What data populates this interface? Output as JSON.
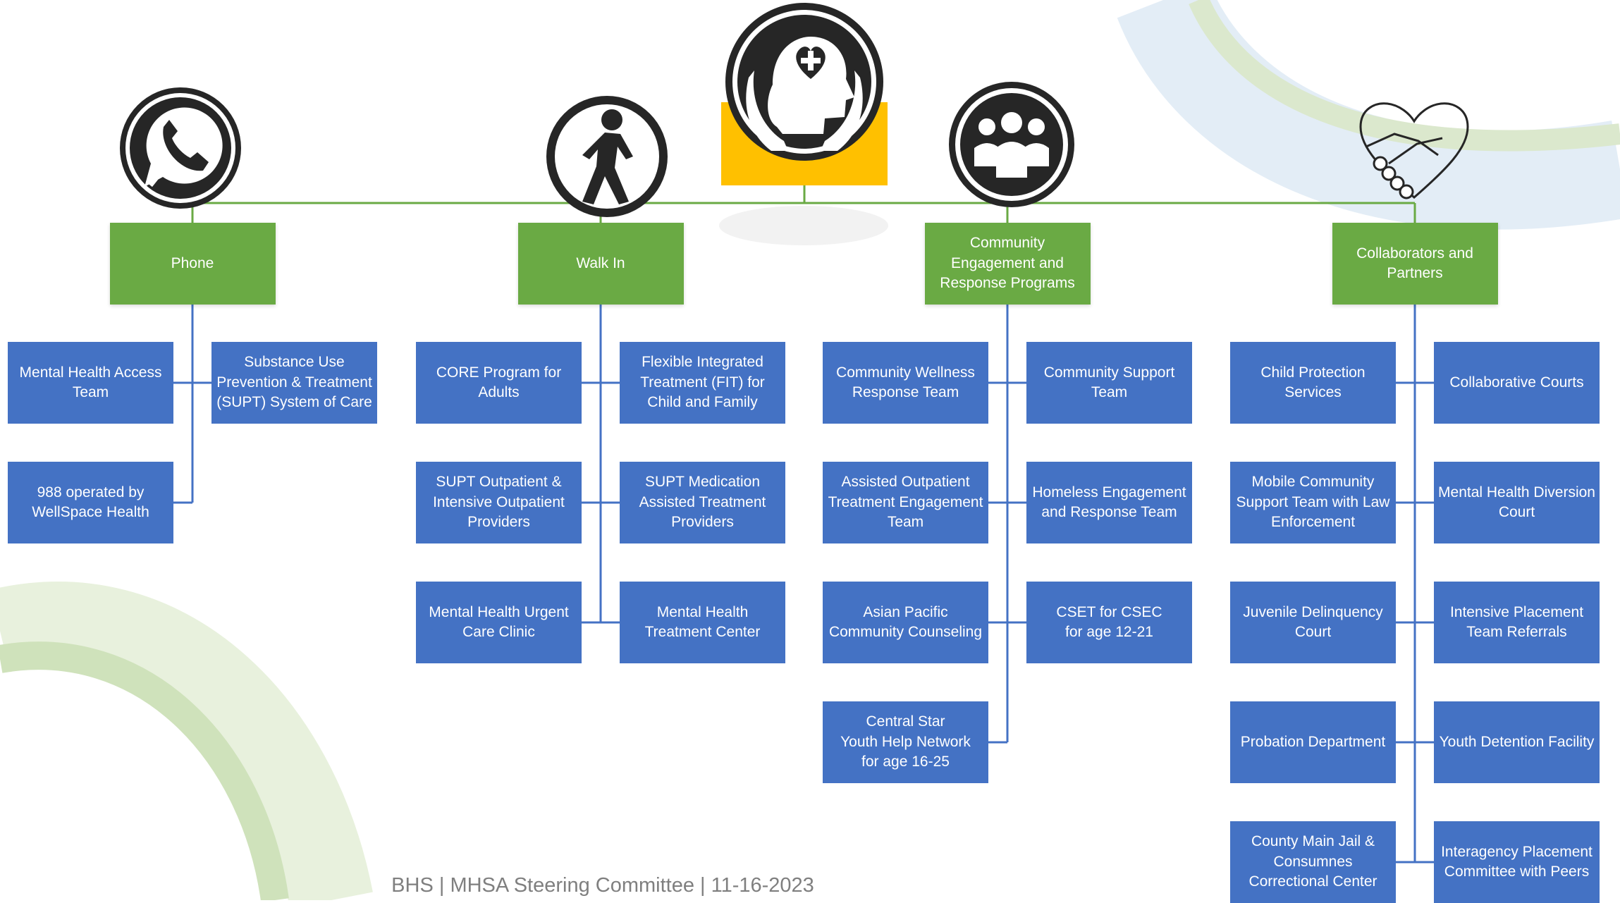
{
  "center_icon": "heart-cross-head-hands-icon",
  "categories": [
    {
      "id": "phone",
      "label": "Phone",
      "icon": "phone-icon",
      "items": [
        "Mental Health Access Team",
        "Substance Use Prevention & Treatment (SUPT) System of Care",
        "988 operated by WellSpace Health"
      ]
    },
    {
      "id": "walk-in",
      "label": "Walk In",
      "icon": "walking-person-icon",
      "items": [
        "CORE Program for Adults",
        "Flexible Integrated Treatment (FIT) for Child and Family",
        "SUPT Outpatient & Intensive Outpatient Providers",
        "SUPT Medication Assisted Treatment Providers",
        "Mental Health Urgent Care Clinic",
        "Mental Health Treatment Center"
      ]
    },
    {
      "id": "community",
      "label": "Community Engagement and Response Programs",
      "icon": "group-people-icon",
      "items": [
        "Community Wellness Response Team",
        "Community Support Team",
        "Assisted Outpatient Treatment Engagement Team",
        "Homeless Engagement and Response Team",
        "Asian Pacific Community Counseling",
        "CSET for CSEC\nfor age 12-21",
        "Central Star\nYouth Help Network\nfor age 16-25"
      ]
    },
    {
      "id": "collaborators",
      "label": "Collaborators and Partners",
      "icon": "handshake-heart-icon",
      "items": [
        "Child Protection Services",
        "Collaborative Courts",
        "Mobile Community Support Team with Law Enforcement",
        "Mental Health Diversion Court",
        "Juvenile Delinquency Court",
        "Intensive Placement Team Referrals",
        "Probation Department",
        "Youth Detention Facility",
        "County Main Jail & Consumnes Correctional Center",
        "Interagency Placement Committee with Peers"
      ]
    }
  ],
  "footer": "BHS | MHSA Steering Committee | 11-16-2023",
  "colors": {
    "blue": "#4472C4",
    "green": "#6AAA44",
    "gold": "#FFC000",
    "line": "#6AAA44"
  }
}
